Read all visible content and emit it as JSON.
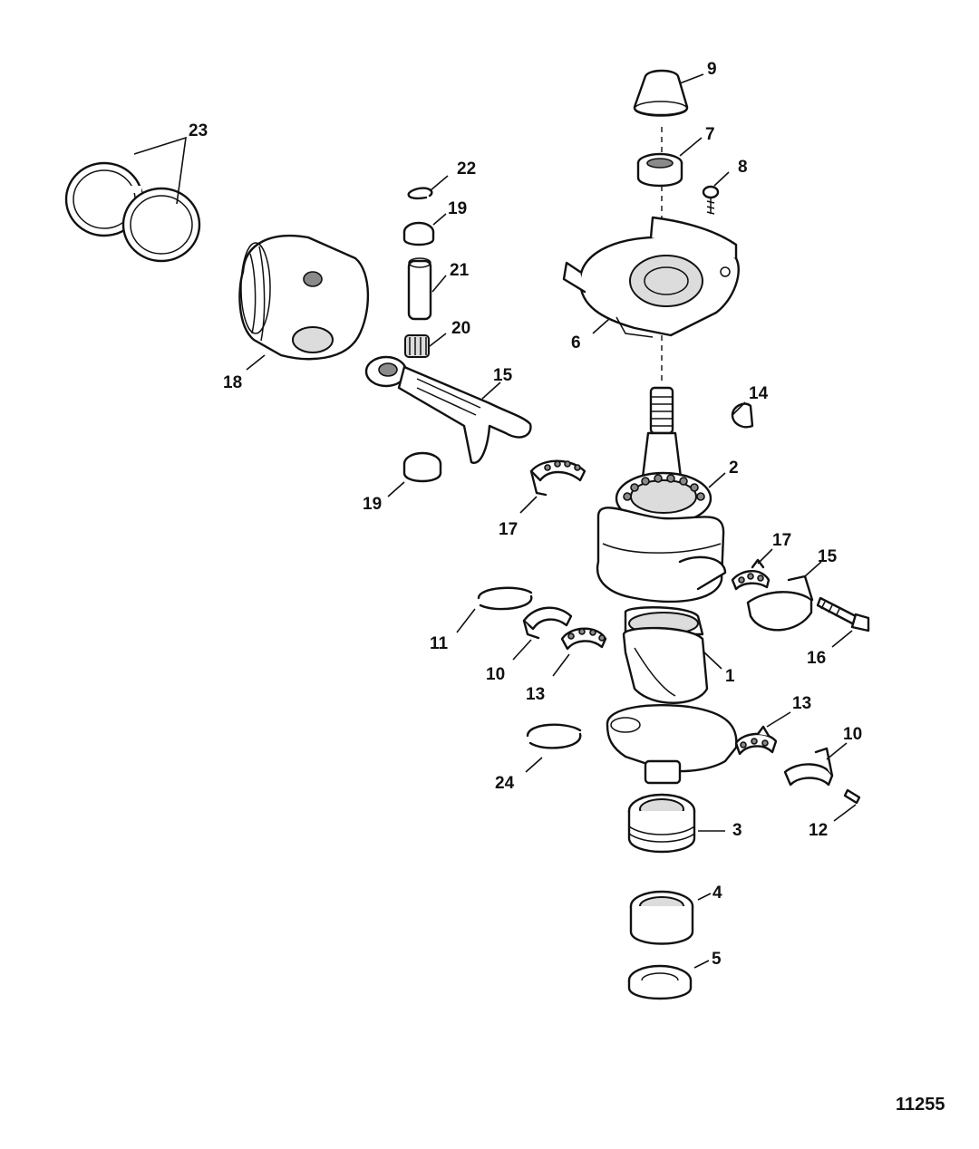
{
  "diagram": {
    "figure_number": "11255",
    "callouts": {
      "c1": "1",
      "c2": "2",
      "c3": "3",
      "c4": "4",
      "c5": "5",
      "c6": "6",
      "c7": "7",
      "c8": "8",
      "c9": "9",
      "c10a": "10",
      "c10b": "10",
      "c11": "11",
      "c12": "12",
      "c13a": "13",
      "c13b": "13",
      "c14": "14",
      "c15a": "15",
      "c15b": "15",
      "c16": "16",
      "c17a": "17",
      "c17b": "17",
      "c18": "18",
      "c19a": "19",
      "c19b": "19",
      "c20": "20",
      "c21": "21",
      "c22": "22",
      "c23": "23",
      "c24": "24"
    }
  }
}
